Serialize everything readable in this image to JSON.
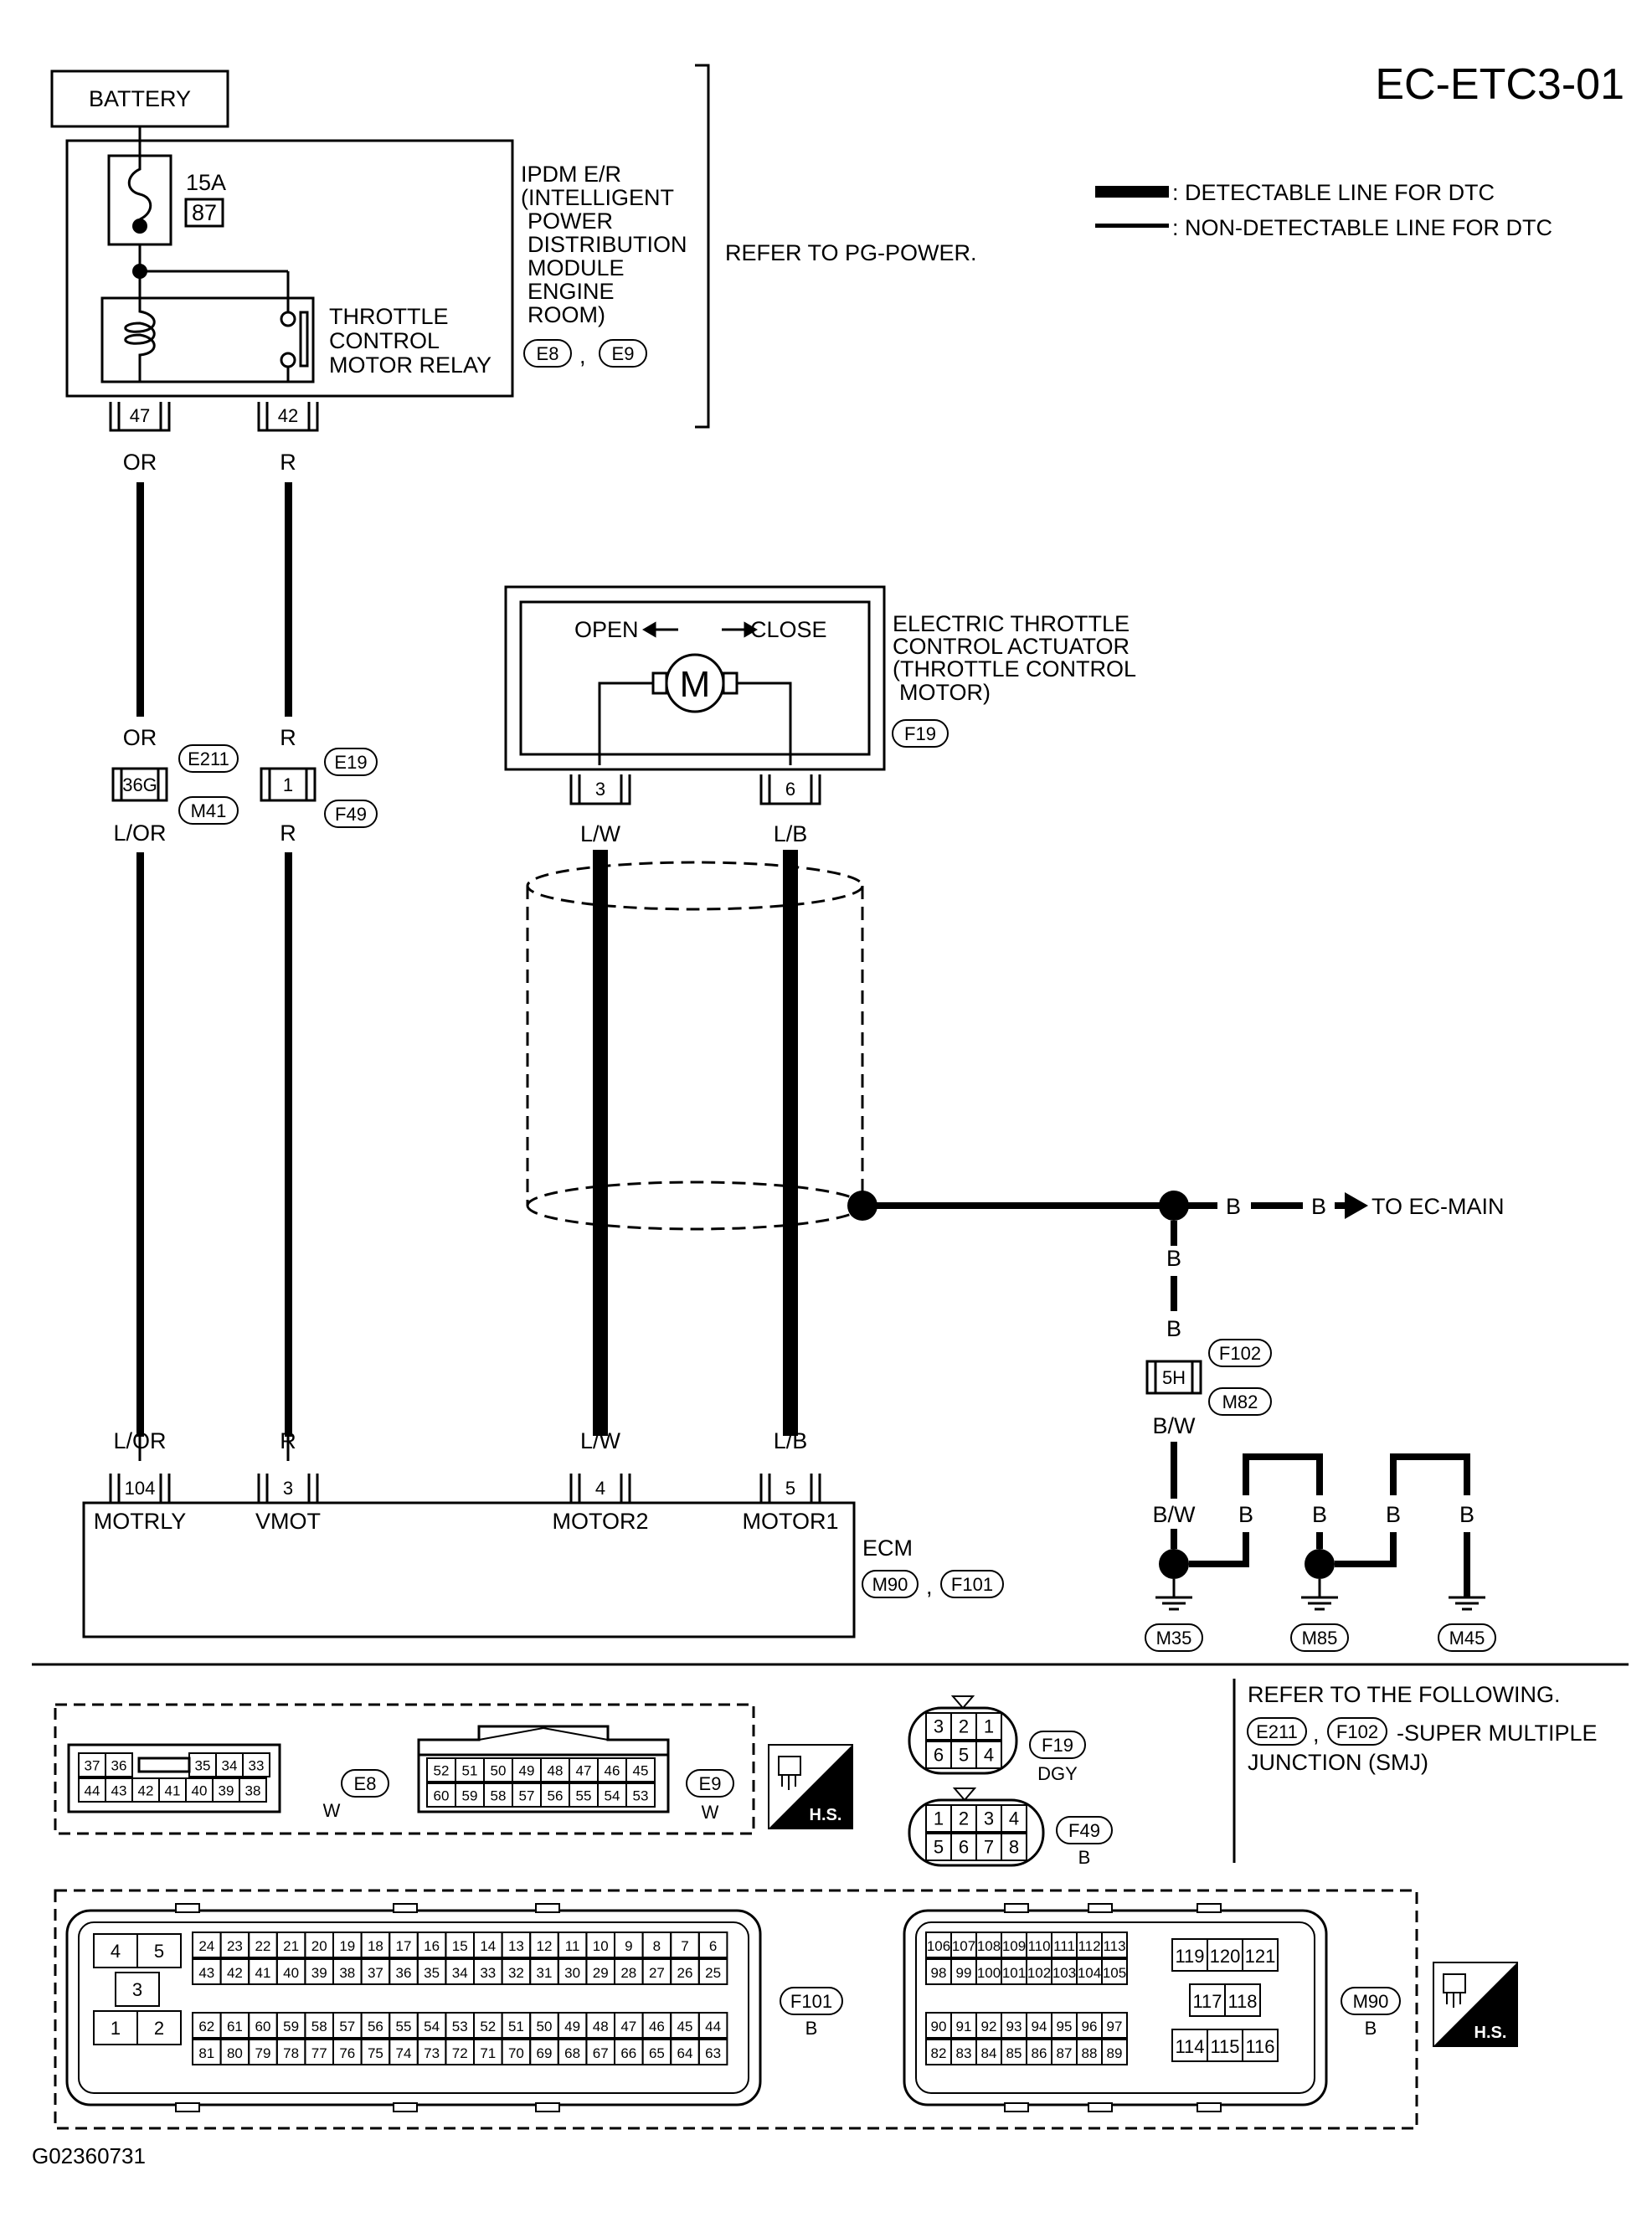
{
  "diagram_code": "EC-ETC3-01",
  "legend": {
    "detectable": ": DETECTABLE LINE FOR DTC",
    "non_detectable": ": NON-DETECTABLE LINE FOR DTC"
  },
  "battery": "BATTERY",
  "fuse": {
    "rating": "15A",
    "number": "87"
  },
  "ipdm": {
    "lines": [
      "IPDM E/R",
      "(INTELLIGENT",
      "POWER",
      "DISTRIBUTION",
      "MODULE",
      "ENGINE",
      "ROOM)"
    ],
    "conn1": "E8",
    "sep": ",",
    "conn2": "E9",
    "refer": "REFER TO PG-POWER."
  },
  "relay": {
    "lines": [
      "THROTTLE",
      "CONTROL",
      "MOTOR RELAY"
    ]
  },
  "relay_pins": {
    "left": "47",
    "right": "42"
  },
  "wires": {
    "or": "OR",
    "r": "R",
    "lor": "L/OR",
    "lw": "L/W",
    "lb": "L/B",
    "b": "B",
    "bw": "B/W"
  },
  "jc1": {
    "pin": "36G",
    "conn_top": "E211",
    "conn_bot": "M41"
  },
  "jc2": {
    "pin": "1",
    "conn_top": "E19",
    "conn_bot": "F49"
  },
  "actuator": {
    "open": "OPEN",
    "close": "CLOSE",
    "motor": "M",
    "lines": [
      "ELECTRIC THROTTLE",
      "CONTROL ACTUATOR",
      "(THROTTLE CONTROL",
      "MOTOR)"
    ],
    "conn": "F19",
    "pin_a": "3",
    "pin_b": "6"
  },
  "to_main": "TO EC-MAIN",
  "jc3": {
    "pin": "5H",
    "conn_top": "F102",
    "conn_bot": "M82"
  },
  "ecm": {
    "label": "ECM",
    "conn1": "M90",
    "sep": ",",
    "conn2": "F101",
    "pins": [
      {
        "num": "104",
        "name": "MOTRLY"
      },
      {
        "num": "3",
        "name": "VMOT"
      },
      {
        "num": "4",
        "name": "MOTOR2"
      },
      {
        "num": "5",
        "name": "MOTOR1"
      }
    ]
  },
  "grounds": [
    "M35",
    "M85",
    "M45"
  ],
  "refer_following": {
    "line1": "REFER TO THE FOLLOWING.",
    "conn1": "E211",
    "sep": ",",
    "conn2": "F102",
    "suffix": "-SUPER MULTIPLE",
    "line3": "JUNCTION (SMJ)"
  },
  "connectors": {
    "e8": {
      "name": "E8",
      "color": "W",
      "top": [
        "37",
        "36",
        "",
        "35",
        "34",
        "33"
      ],
      "bottom": [
        "44",
        "43",
        "42",
        "41",
        "40",
        "39",
        "38"
      ]
    },
    "e9": {
      "name": "E9",
      "color": "W",
      "top": [
        "52",
        "51",
        "50",
        "49",
        "48",
        "47",
        "46",
        "45"
      ],
      "bottom": [
        "60",
        "59",
        "58",
        "57",
        "56",
        "55",
        "54",
        "53"
      ]
    },
    "f19": {
      "name": "F19",
      "color": "DGY",
      "top": [
        "3",
        "2",
        "1"
      ],
      "bottom": [
        "6",
        "5",
        "4"
      ]
    },
    "f49": {
      "name": "F49",
      "color": "B",
      "top": [
        "1",
        "2",
        "3",
        "4"
      ],
      "bottom": [
        "5",
        "6",
        "7",
        "8"
      ]
    },
    "f101": {
      "name": "F101",
      "color": "B",
      "side": [
        "4",
        "5",
        "3",
        "1",
        "2"
      ],
      "r1": [
        "24",
        "23",
        "22",
        "21",
        "20",
        "19",
        "18",
        "17",
        "16",
        "15",
        "14",
        "13",
        "12",
        "11",
        "10",
        "9",
        "8",
        "7",
        "6"
      ],
      "r2": [
        "43",
        "42",
        "41",
        "40",
        "39",
        "38",
        "37",
        "36",
        "35",
        "34",
        "33",
        "32",
        "31",
        "30",
        "29",
        "28",
        "27",
        "26",
        "25"
      ],
      "r3": [
        "62",
        "61",
        "60",
        "59",
        "58",
        "57",
        "56",
        "55",
        "54",
        "53",
        "52",
        "51",
        "50",
        "49",
        "48",
        "47",
        "46",
        "45",
        "44"
      ],
      "r4": [
        "81",
        "80",
        "79",
        "78",
        "77",
        "76",
        "75",
        "74",
        "73",
        "72",
        "71",
        "70",
        "69",
        "68",
        "67",
        "66",
        "65",
        "64",
        "63"
      ]
    },
    "m90": {
      "name": "M90",
      "color": "B",
      "r1": [
        "106",
        "107",
        "108",
        "109",
        "110",
        "111",
        "112",
        "113"
      ],
      "r2": [
        "98",
        "99",
        "100",
        "101",
        "102",
        "103",
        "104",
        "105"
      ],
      "r3": [
        "90",
        "91",
        "92",
        "93",
        "94",
        "95",
        "96",
        "97"
      ],
      "r4": [
        "82",
        "83",
        "84",
        "85",
        "86",
        "87",
        "88",
        "89"
      ],
      "g1": [
        "119",
        "120",
        "121"
      ],
      "g2": [
        "117",
        "118"
      ],
      "g3": [
        "114",
        "115",
        "116"
      ]
    }
  },
  "hs_label": "H.S.",
  "figure_id": "G02360731"
}
